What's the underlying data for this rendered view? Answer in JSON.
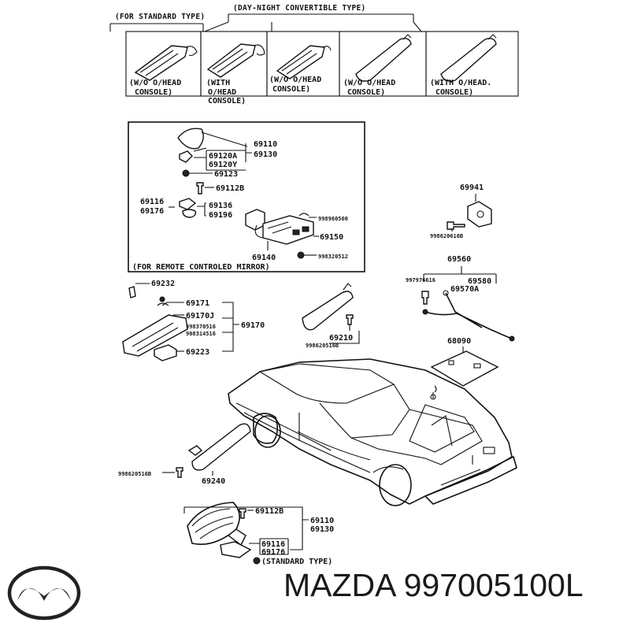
{
  "header": {
    "standard_type": "(FOR STANDARD TYPE)",
    "day_night_type": "(DAY-NIGHT CONVERTIBLE TYPE)"
  },
  "top_variants": [
    {
      "lines": [
        "(W/O O/HEAD",
        "CONSOLE)"
      ]
    },
    {
      "lines": [
        "(WITH",
        "O/HEAD",
        "CONSOLE)"
      ]
    },
    {
      "lines": [
        "(W/O O/HEAD",
        "CONSOLE)"
      ]
    },
    {
      "lines": [
        "(W/O O/HEAD",
        "CONSOLE)"
      ]
    },
    {
      "lines": [
        "(WITH O/HEAD.",
        "CONSOLE)"
      ]
    }
  ],
  "remote_mirror_group": {
    "caption": "(FOR REMOTE CONTROLED MIRROR)",
    "labels": {
      "p69110": "69110",
      "p69130": "69130",
      "p69120a": "69120A",
      "p69120y": "69120Y",
      "p69123": "69123",
      "p69112b": "69112B",
      "p69116": "69116",
      "p69176": "69176",
      "p69136": "69136",
      "p69196": "69196",
      "p998960500": "998960500",
      "p69150": "69150",
      "p69140": "69140",
      "p998320512": "998320512"
    }
  },
  "right_group": {
    "p69941": "69941",
    "p998620616b": "998620616B",
    "p69560": "69560",
    "p997976616": "997976616",
    "p69580": "69580",
    "p69570a": "69570A",
    "p68090": "68090"
  },
  "left_group": {
    "p69232": "69232",
    "p69171": "69171",
    "p69170j": "69170J",
    "p998370516": "998370516",
    "p908314516": "908314516",
    "p69170": "69170",
    "p69223": "69223",
    "p69210": "69210",
    "p998620516b_a": "998620516B",
    "p998620516b_b": "998620516B",
    "p69240": "69240"
  },
  "standard_mirror_group": {
    "p69112b": "69112B",
    "p69110": "69110",
    "p69130": "69130",
    "p69116": "69116",
    "p69176": "69176",
    "caption": "(STANDARD TYPE)"
  },
  "brand": {
    "logo_icon": "mazda-logo-icon",
    "text": "MAZDA 997005100L"
  }
}
